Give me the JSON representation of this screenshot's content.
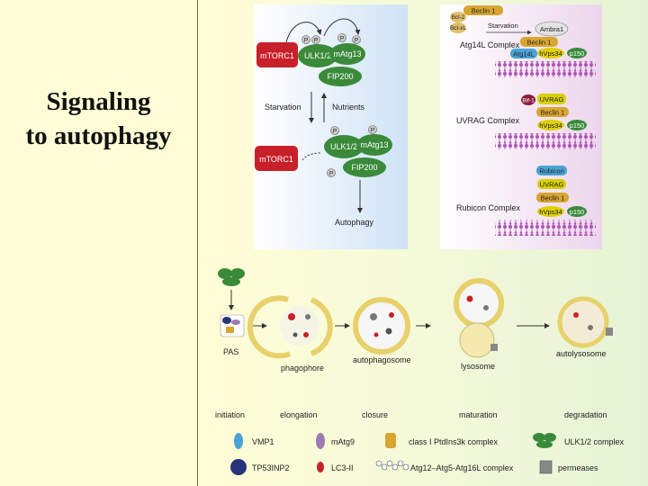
{
  "slide": {
    "title_line1": "Signaling",
    "title_line2": "to autophagy"
  },
  "panel_a": {
    "mtorc1": "mTORC1",
    "ulk12": "ULK1/2",
    "matg13": "mAtg13",
    "fip200": "FIP200",
    "p": "P",
    "starvation": "Starvation",
    "nutrients": "Nutrients",
    "autophagy": "Autophagy"
  },
  "panel_b": {
    "beclin1": "Beclin 1",
    "bcl2": "Bcl-2",
    "bclxl": "Bcl-xL",
    "starvation": "Starvation",
    "ambra1": "Ambra1",
    "atg14l": "Atg14L",
    "hvps34": "hVps34",
    "p150": "p150",
    "atg14l_complex": "Atg14L Complex",
    "bif1": "Bif-1",
    "uvrag": "UVRAG",
    "uvrag_complex": "UVRAG Complex",
    "rubicon": "Rubicon",
    "rubicon_complex": "Rubicon Complex"
  },
  "stages": {
    "pas": "PAS",
    "phagophore": "phagophore",
    "autophagosome": "autophagosome",
    "lysosome": "lysosome",
    "autolysosome": "autolysosome",
    "initiation": "initiation",
    "elongation": "elongation",
    "closure": "closure",
    "maturation": "maturation",
    "degradation": "degradation"
  },
  "legend": {
    "vmp1": "VMP1",
    "matg9": "mAtg9",
    "class1": "class I PtdIns3k complex",
    "ulk": "ULK1/2 complex",
    "tp53inp2": "TP53INP2",
    "lc3": "LC3-II",
    "atg12": "Atg12–Atg5-Atg16L complex",
    "permeases": "permeases"
  },
  "colors": {
    "mtorc1": "#c8202a",
    "green": "#3a8a3a",
    "gold": "#d9a531",
    "purple": "#7b3aa0",
    "blue": "#4aa3d6",
    "panel_a_bg": "#d9e9f7",
    "panel_b_bg": "#f1e1f1"
  }
}
